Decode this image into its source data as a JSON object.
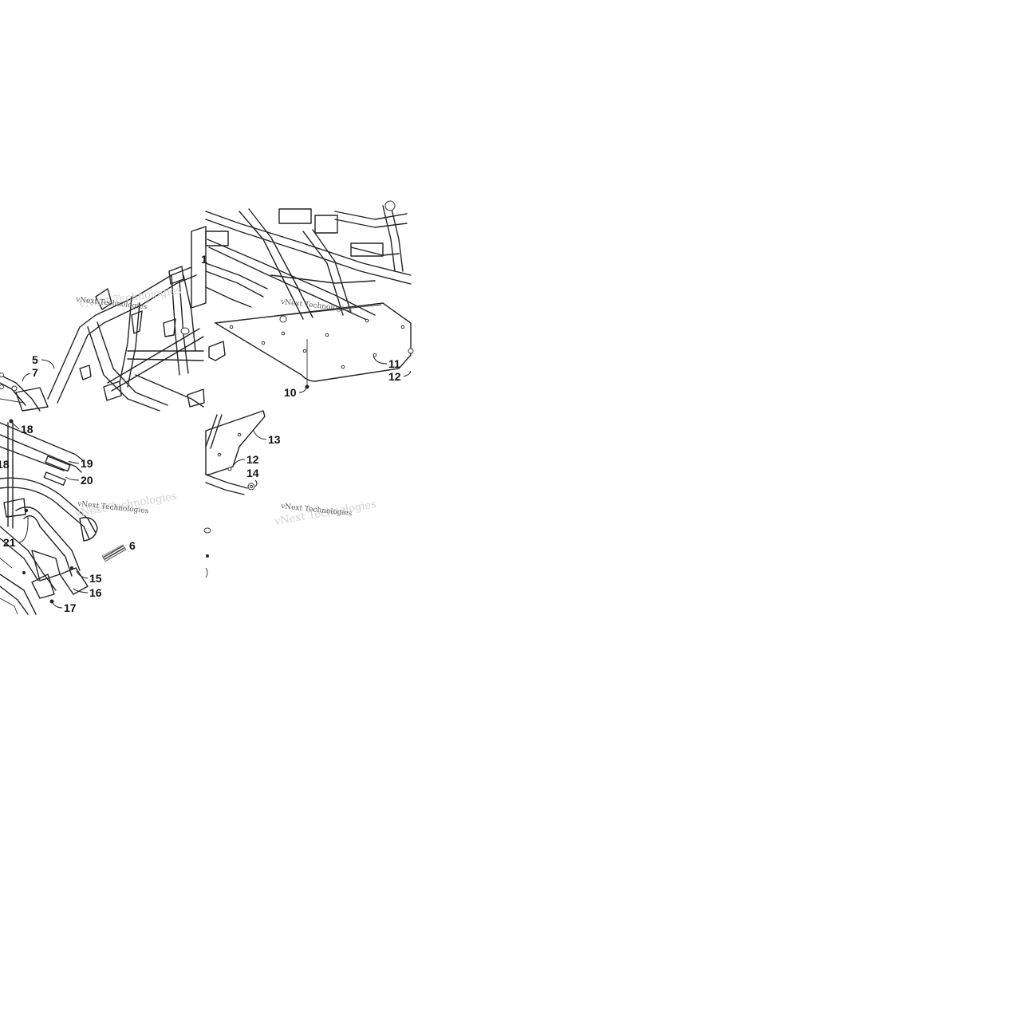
{
  "watermark": "vNext Technologies",
  "callouts": {
    "c5": "5",
    "c7": "7",
    "c10": "10",
    "c11": "11",
    "c12a": "12",
    "c12b": "12",
    "c13": "13",
    "c14": "14",
    "c18a": "18",
    "c18b": "18",
    "c19": "19",
    "c20": "20",
    "c21": "21",
    "c6": "6",
    "c15": "15",
    "c16": "16",
    "c17": "17",
    "c1": "1"
  }
}
